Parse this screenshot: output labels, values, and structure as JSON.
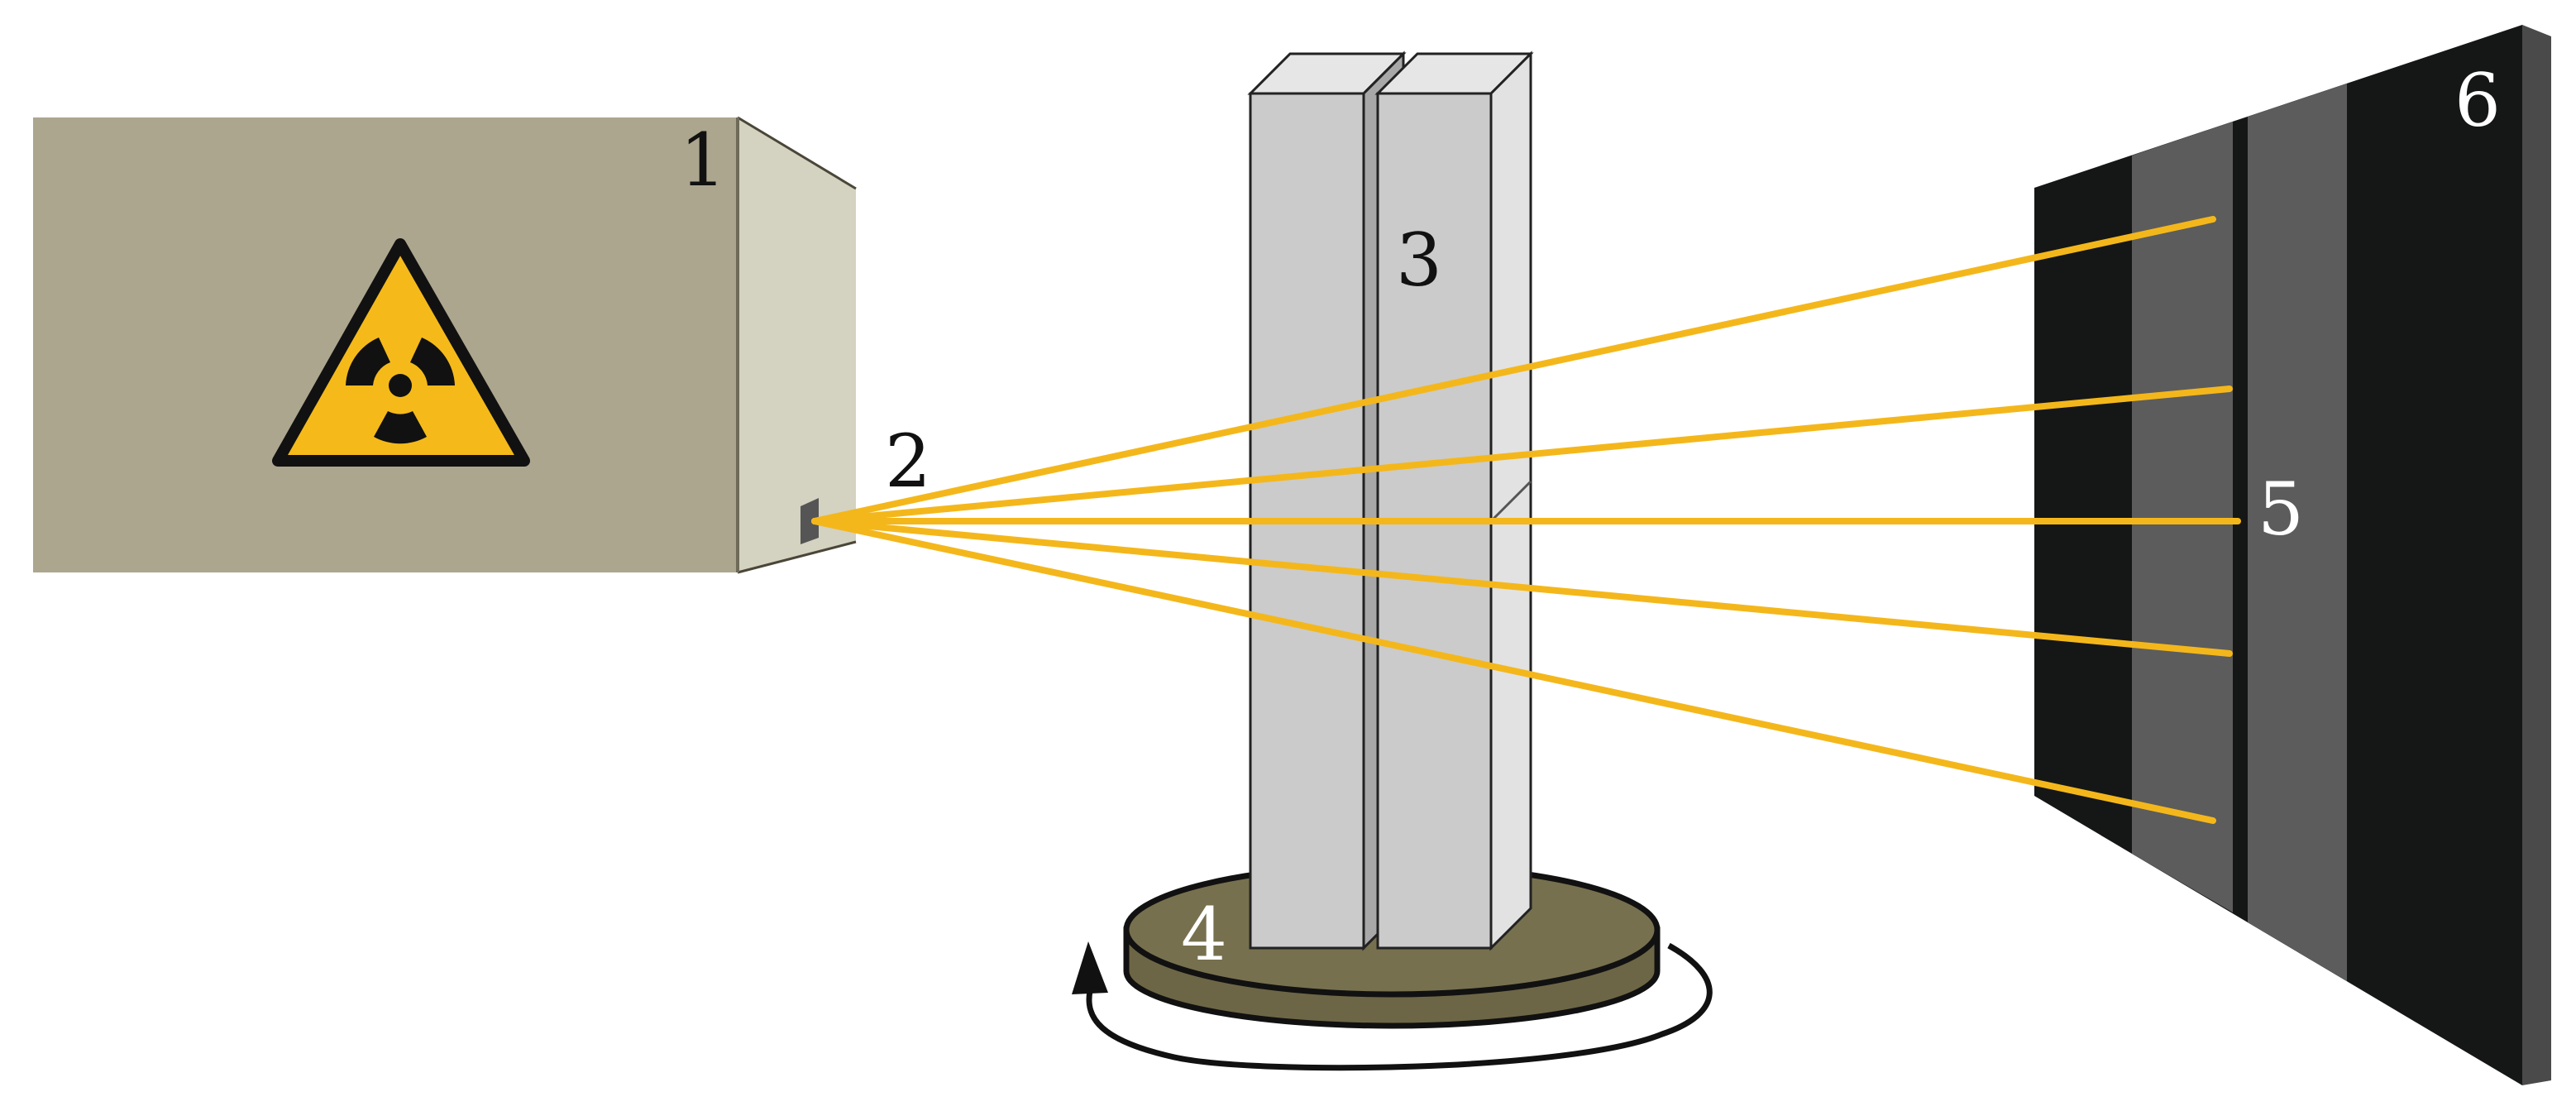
{
  "diagram": {
    "labels": {
      "source": "1",
      "aperture": "2",
      "sample": "3",
      "rotation_stage": "4",
      "detector_center": "5",
      "detector": "6"
    },
    "icons": {
      "hazard": "radiation-hazard-icon",
      "rotation": "rotation-arrow-icon"
    },
    "colors": {
      "background": "#ffffff",
      "source_body": "#aca68f",
      "source_face": "#d4d2c0",
      "aperture": "#555555",
      "beam": "#f4b71b",
      "hazard_fill": "#f5ba1a",
      "hazard_stroke": "#111111",
      "sample_front": "#cbcbcb",
      "sample_side": "#e2e2e2",
      "sample_top": "#e6e6e6",
      "stage_top": "#77704f",
      "stage_side": "#6d6646",
      "detector_dark": "#151716",
      "detector_band": "#5c5c5c",
      "detector_edge": "#4a4a4a"
    }
  }
}
